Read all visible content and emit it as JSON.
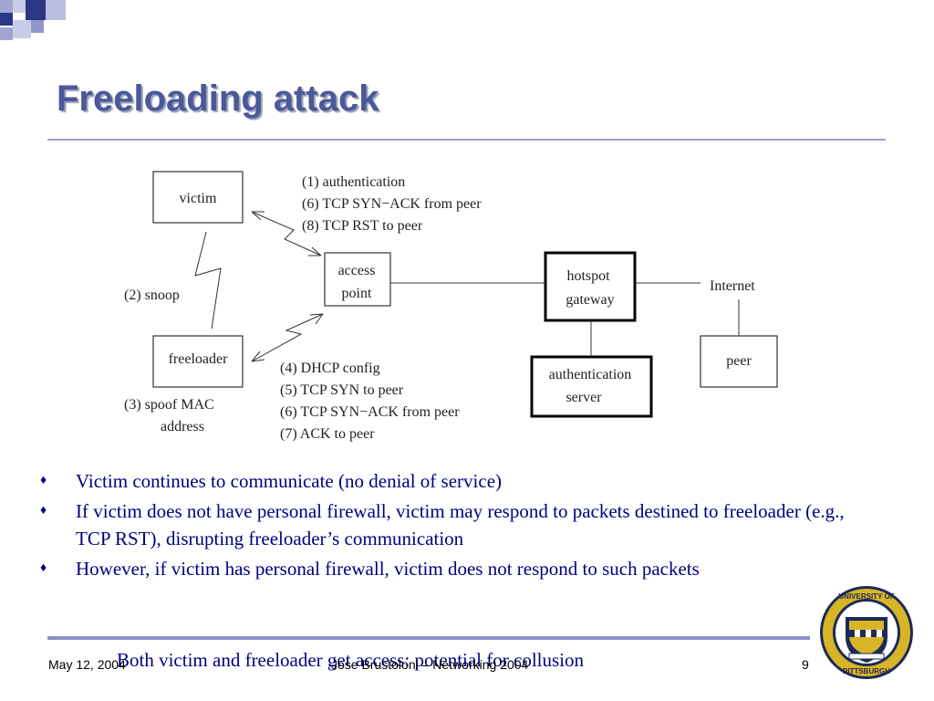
{
  "slide": {
    "title": "Freeloading attack",
    "page_number": "9"
  },
  "diagram": {
    "nodes": {
      "victim": "victim",
      "freeloader": "freeloader",
      "access_point": [
        "access",
        "point"
      ],
      "hotspot_gateway": [
        "hotspot",
        "gateway"
      ],
      "auth_server": [
        "authentication",
        "server"
      ],
      "peer": "peer",
      "internet": "Internet"
    },
    "labels": {
      "victim_steps": [
        "(1) authentication",
        "(6) TCP SYN−ACK from peer",
        "(8) TCP RST to peer"
      ],
      "snoop": "(2) snoop",
      "spoof": [
        "(3) spoof MAC",
        "address"
      ],
      "freeloader_steps": [
        "(4) DHCP config",
        "(5) TCP SYN to peer",
        "(6) TCP SYN−ACK from peer",
        "(7) ACK to peer"
      ]
    }
  },
  "bullets": [
    "Victim continues to communicate (no denial of service)",
    "If victim does not have personal firewall, victim may respond to packets destined to freeloader (e.g., TCP RST), disrupting freeloader’s communication",
    "However, if victim has personal firewall, victim does not respond to such packets"
  ],
  "sub_bullet": "Both victim and freeloader get access: potential for collusion",
  "footer": {
    "date": "May 12, 2004",
    "center": "Jose Brustoloni – Networking 2004"
  },
  "seal": {
    "text_top": "UNIVERSITY OF",
    "text_bottom": "PITTSBURGH"
  },
  "colors": {
    "title": "#4b5899",
    "body_text": "#000080",
    "rule": "#9c9cc8",
    "seal_gold": "#d8b526"
  }
}
